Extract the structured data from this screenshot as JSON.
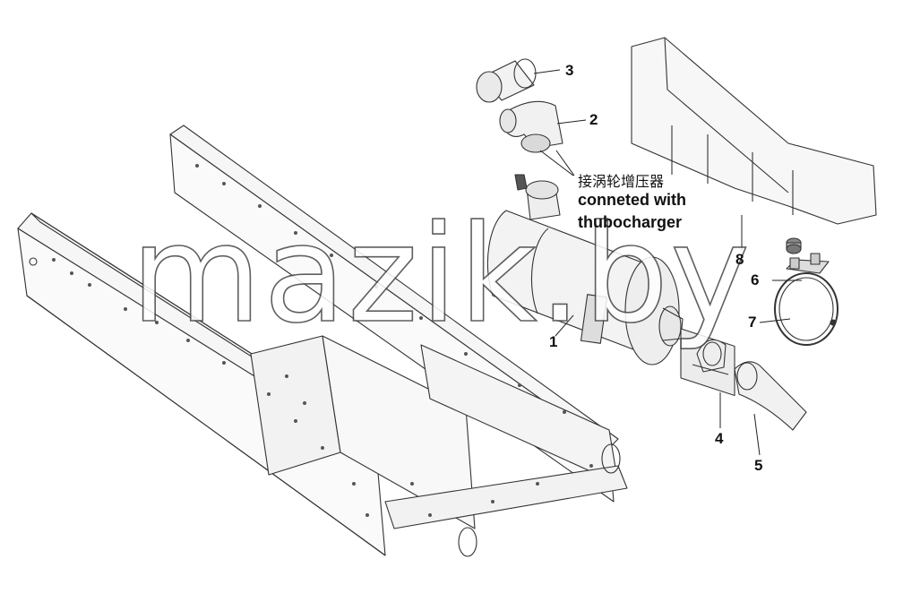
{
  "parts": [
    {
      "number": "1"
    },
    {
      "number": "2"
    },
    {
      "number": "3"
    },
    {
      "number": "4"
    },
    {
      "number": "5"
    },
    {
      "number": "6"
    },
    {
      "number": "7"
    },
    {
      "number": "8"
    }
  ],
  "annotation": {
    "chinese": "接涡轮增压器",
    "english_line1": "conneted with",
    "english_line2": "thubocharger"
  },
  "watermark": "mazik.by"
}
